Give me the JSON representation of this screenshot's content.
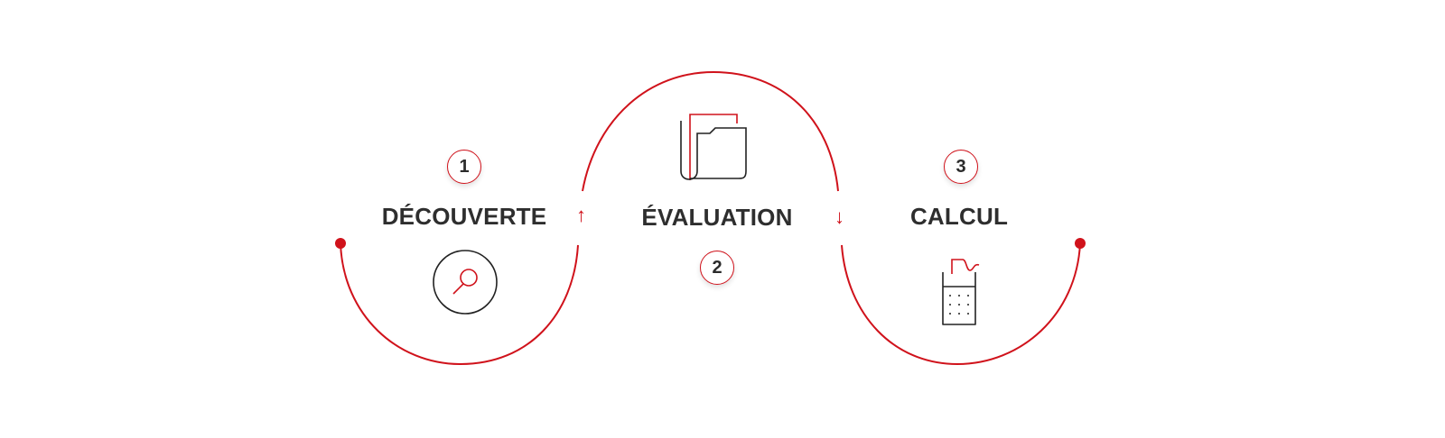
{
  "colors": {
    "accent": "#d0121b",
    "text": "#2e2e2e",
    "icon_dark": "#222222"
  },
  "steps": [
    {
      "number": "1",
      "label": "DÉCOUVERTE",
      "icon": "magnifier-in-circle-icon"
    },
    {
      "number": "2",
      "label": "ÉVALUATION",
      "icon": "folder-document-icon"
    },
    {
      "number": "3",
      "label": "CALCUL",
      "icon": "calculator-receipt-icon"
    }
  ],
  "arrows": {
    "up": "↑",
    "down": "↓"
  }
}
